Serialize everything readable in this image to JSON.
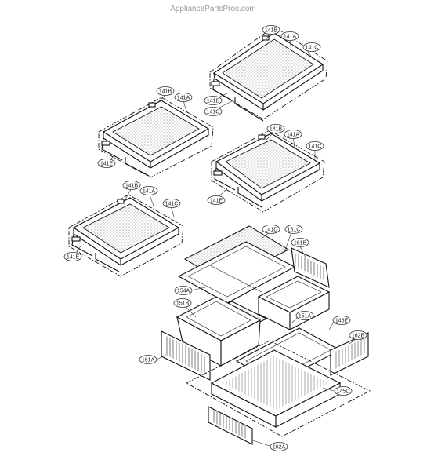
{
  "header": {
    "site": "AppliancePartsPros.com"
  },
  "labels": [
    {
      "id": "l1",
      "text": "141B"
    },
    {
      "id": "l2",
      "text": "141A"
    },
    {
      "id": "l3",
      "text": "141C"
    },
    {
      "id": "l4",
      "text": "141E"
    },
    {
      "id": "l5",
      "text": "141C"
    },
    {
      "id": "l6",
      "text": "141B"
    },
    {
      "id": "l7",
      "text": "141A"
    },
    {
      "id": "l8",
      "text": "141E"
    },
    {
      "id": "l9",
      "text": "141B"
    },
    {
      "id": "l10",
      "text": "141A"
    },
    {
      "id": "l11",
      "text": "141C"
    },
    {
      "id": "l12",
      "text": "141E"
    },
    {
      "id": "l13",
      "text": "141B"
    },
    {
      "id": "l14",
      "text": "141A"
    },
    {
      "id": "l15",
      "text": "141C"
    },
    {
      "id": "l16",
      "text": "141E"
    },
    {
      "id": "l17",
      "text": "141D"
    },
    {
      "id": "l18",
      "text": "161C"
    },
    {
      "id": "l19",
      "text": "161B"
    },
    {
      "id": "l20",
      "text": "154A"
    },
    {
      "id": "l21",
      "text": "151B"
    },
    {
      "id": "l22",
      "text": "151A"
    },
    {
      "id": "l23",
      "text": "146E"
    },
    {
      "id": "l24",
      "text": "162B"
    },
    {
      "id": "l25",
      "text": "161A"
    },
    {
      "id": "l26",
      "text": "145D"
    },
    {
      "id": "l27",
      "text": "162A"
    }
  ]
}
